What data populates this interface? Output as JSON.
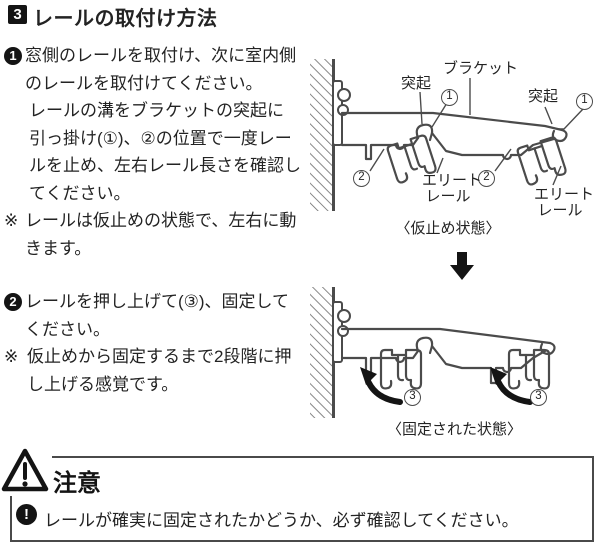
{
  "title": {
    "number": "3",
    "text": "レールの取付け方法"
  },
  "step1": {
    "marker": "1",
    "line1": "窓側のレールを取付け、次に室内側",
    "line2": "のレールを取付けてください。",
    "line3": "レールの溝をブラケットの突起に",
    "line4": "引っ掛け(①)、②の位置で一度レー",
    "line5": "ルを止め、左右レール長さを確認し",
    "line6": "てください。",
    "note_marker": "※",
    "note1": "レールは仮止めの状態で、左右に動",
    "note2": "きます。"
  },
  "step2": {
    "marker": "2",
    "line1": "レールを押し上げて(③)、固定して",
    "line2": "ください。",
    "note_marker": "※",
    "note1": "仮止めから固定するまで2段階に押",
    "note2": "し上げる感覚です。"
  },
  "diagram_top": {
    "label_protrusion_left": "突起",
    "label_bracket": "ブラケット",
    "label_protrusion_right": "突起",
    "callout_1": "1",
    "callout_2": "2",
    "label_rail_line1": "エリート",
    "label_rail_line2": "レール",
    "caption": "〈仮止め状態〉"
  },
  "diagram_bottom": {
    "callout_3": "3",
    "caption": "〈固定された状態〉"
  },
  "warning": {
    "heading": "注意",
    "bang": "!",
    "text": "レールが確実に固定されたかどうか、必ず確認してください。"
  },
  "colors": {
    "ink": "#232323",
    "diagram_line": "#4b4b4b"
  }
}
